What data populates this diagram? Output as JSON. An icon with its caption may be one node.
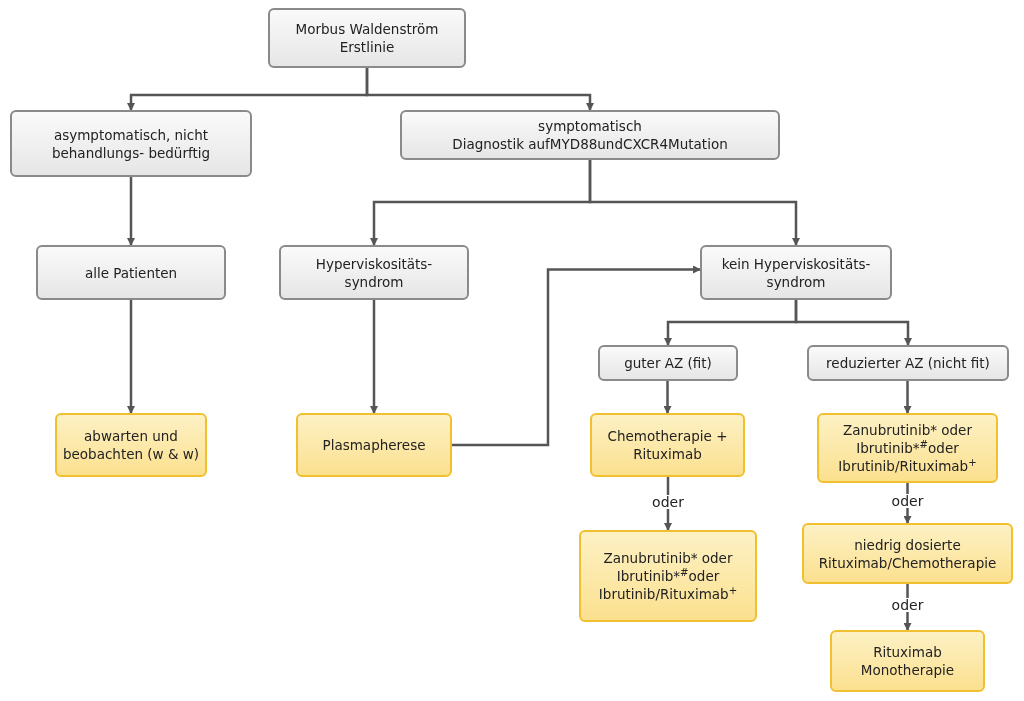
{
  "diagram": {
    "nodes": [
      {
        "text": [
          "Morbus Waldenström Erstlinie"
        ]
      },
      {
        "text": [
          "asymptomatisch, nicht behandlungs- bedürftig"
        ]
      },
      {
        "text": [
          "symptomatisch",
          "Diagnostik aufMYD88undCXCR4Mutation"
        ]
      },
      {
        "text": [
          "alle Patienten"
        ]
      },
      {
        "text": [
          "Hyperviskositäts- syndrom"
        ]
      },
      {
        "text": [
          "kein Hyperviskositäts- syndrom"
        ]
      },
      {
        "text": [
          "abwarten und beobachten (w & w)"
        ]
      },
      {
        "text": [
          "Plasmapherese"
        ]
      },
      {
        "text": [
          "guter AZ (fit)"
        ]
      },
      {
        "text": [
          "reduzierter AZ (nicht fit)"
        ]
      },
      {
        "text": [
          "Chemotherapie + Rituximab"
        ]
      },
      {
        "text": [
          "Zanubrutinib* oder Ibrutinib*$^{#}$oder Ibrutinib/Rituximab$^{+}$"
        ]
      },
      {
        "text": [
          "Zanubrutinib* oder Ibrutinib*$^{#}$oder Ibrutinib/Rituximab$^{+}$"
        ]
      },
      {
        "text": [
          "niedrig dosierte Rituximab/Chemotherapie"
        ]
      },
      {
        "text": [
          "Rituximab Monotherapie"
        ]
      }
    ],
    "edges": [
      {
        "from": 0,
        "to": 1,
        "arrow": "to"
      },
      {
        "from": 0,
        "to": 2,
        "arrow": "to"
      },
      {
        "from": 1,
        "to": 3,
        "arrow": "to"
      },
      {
        "from": 3,
        "to": 6,
        "arrow": "to"
      },
      {
        "from": 2,
        "to": 4,
        "arrow": "to"
      },
      {
        "from": 2,
        "to": 5,
        "arrow": "to"
      },
      {
        "from": 4,
        "to": 7,
        "arrow": "to"
      },
      {
        "from": 7,
        "to": 5,
        "arrow": "to"
      },
      {
        "from": 5,
        "to": 8,
        "arrow": "to"
      },
      {
        "from": 5,
        "to": 9,
        "arrow": "to"
      },
      {
        "from": 8,
        "to": 10,
        "arrow": "to"
      },
      {
        "from": 10,
        "to": 11,
        "arrow": "to",
        "label": "oder"
      },
      {
        "from": 9,
        "to": 12,
        "arrow": "to"
      },
      {
        "from": 12,
        "to": 13,
        "arrow": "to",
        "label": "oder"
      },
      {
        "from": 13,
        "to": 14,
        "arrow": "to",
        "label": "oder"
      }
    ]
  }
}
